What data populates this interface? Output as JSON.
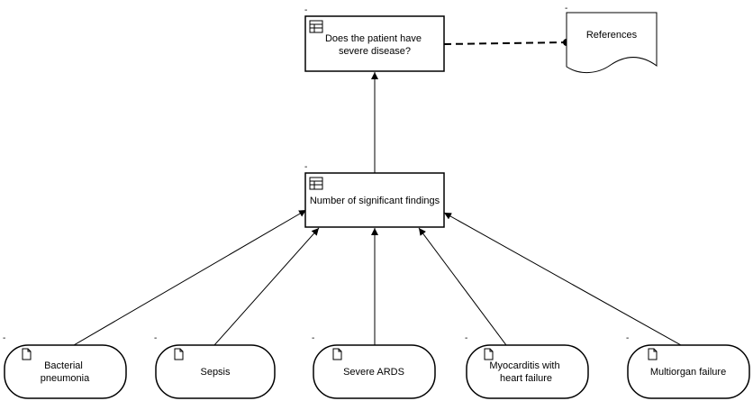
{
  "diagram": {
    "decision": {
      "lines": [
        "Does the patient have",
        "severe disease?"
      ],
      "marker": "-"
    },
    "references": {
      "label": "References",
      "marker": "-"
    },
    "findings": {
      "label": "Number of significant findings",
      "marker": "-"
    },
    "inputs": [
      {
        "id": "bacterial-pneumonia",
        "lines": [
          "Bacterial",
          "pneumonia"
        ],
        "marker": "-"
      },
      {
        "id": "sepsis",
        "lines": [
          "Sepsis"
        ],
        "marker": "-"
      },
      {
        "id": "severe-ards",
        "lines": [
          "Severe ARDS"
        ],
        "marker": "-"
      },
      {
        "id": "myocarditis",
        "lines": [
          "Myocarditis with",
          "heart failure"
        ],
        "marker": "-"
      },
      {
        "id": "multiorgan-failure",
        "lines": [
          "Multiorgan failure"
        ],
        "marker": "-"
      }
    ],
    "icons": {
      "decision": "table-icon",
      "findings": "table-icon",
      "inputs": "document-icon"
    }
  }
}
